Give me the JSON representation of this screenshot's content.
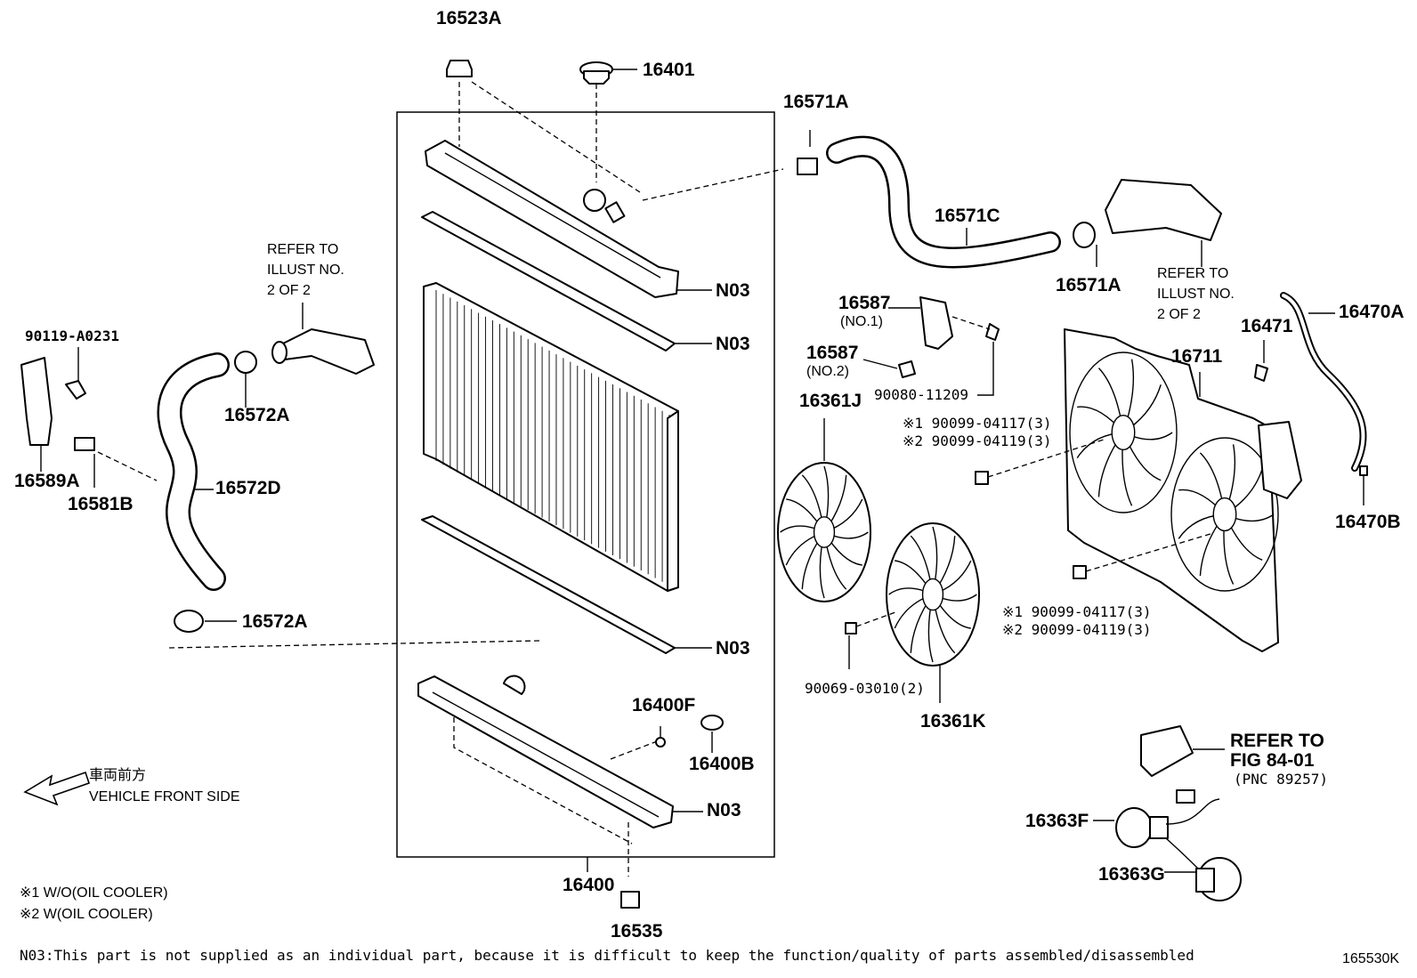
{
  "labels": {
    "p16523a": "16523A",
    "p16401": "16401",
    "p16571a_top": "16571A",
    "p16571c": "16571C",
    "p16571a_mid": "16571A",
    "p16587_1": "16587",
    "p16587_1_sub": "(NO.1)",
    "p16587_2": "16587",
    "p16587_2_sub": "(NO.2)",
    "p90080": "90080-11209",
    "p16361j": "16361J",
    "p16361k": "16361K",
    "p90069": "90069-03010(2)",
    "p16711": "16711",
    "p16471": "16471",
    "p16470a": "16470A",
    "p16470b": "16470B",
    "p90099_a1": "※1 90099-04117(3)",
    "p90099_a2": "※2 90099-04119(3)",
    "p90099_b1": "※1 90099-04117(3)",
    "p90099_b2": "※2 90099-04119(3)",
    "p90119": "90119-A0231",
    "p16589a": "16589A",
    "p16581b": "16581B",
    "p16572a_top": "16572A",
    "p16572d": "16572D",
    "p16572a_bot": "16572A",
    "n03_1": "N03",
    "n03_2": "N03",
    "n03_3": "N03",
    "n03_4": "N03",
    "p16400f": "16400F",
    "p16400b": "16400B",
    "p16400": "16400",
    "p16535": "16535",
    "p16363f": "16363F",
    "p16363g": "16363G",
    "illust_ref": "165530K"
  },
  "refer_notes": {
    "left_1": "REFER TO",
    "left_2": "ILLUST NO.",
    "left_3": "2 OF 2",
    "right_1": "REFER TO",
    "right_2": "ILLUST NO.",
    "right_3": "2 OF 2",
    "fig_1": "REFER TO",
    "fig_2": "FIG 84-01",
    "fig_3": "(PNC 89257)"
  },
  "direction": {
    "jp": "車両前方",
    "en": "VEHICLE FRONT SIDE"
  },
  "legend": {
    "m1": "※1  W/O(OIL COOLER)",
    "m2": "※2  W(OIL COOLER)"
  },
  "footnote": "N03:This part is not supplied as an individual part, because it is difficult to keep the function/quality of parts assembled/disassembled"
}
